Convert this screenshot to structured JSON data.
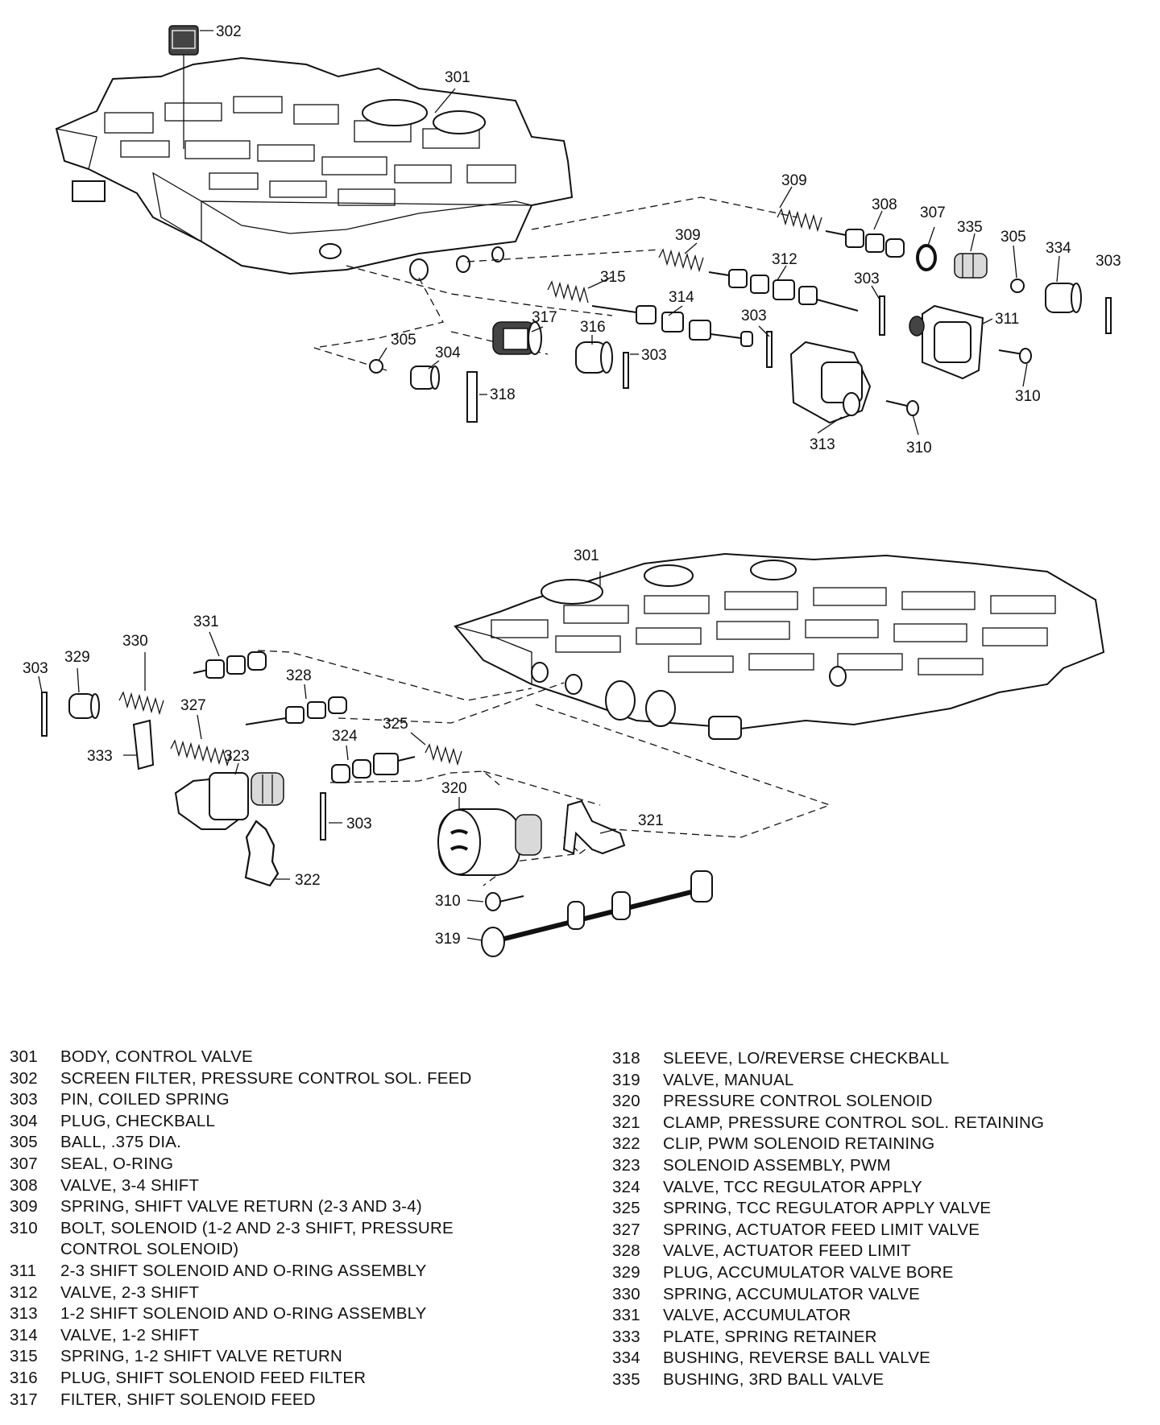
{
  "callouts": {
    "c301a": "301",
    "c302": "302",
    "c309a": "309",
    "c308": "308",
    "c307": "307",
    "c335": "335",
    "c305a": "305",
    "c334": "334",
    "c303a": "303",
    "c309b": "309",
    "c312": "312",
    "c303b": "303",
    "c315": "315",
    "c314": "314",
    "c303c": "303",
    "c311": "311",
    "c317": "317",
    "c316": "316",
    "c303d": "303",
    "c305b": "305",
    "c304": "304",
    "c318": "318",
    "c310a": "310",
    "c313": "313",
    "c310b": "310",
    "c301b": "301",
    "c331": "331",
    "c330": "330",
    "c329": "329",
    "c303e": "303",
    "c328": "328",
    "c327": "327",
    "c333": "333",
    "c324": "324",
    "c325": "325",
    "c323": "323",
    "c303f": "303",
    "c320": "320",
    "c321": "321",
    "c322": "322",
    "c310c": "310",
    "c319": "319"
  },
  "legend": {
    "left": [
      {
        "num": "301",
        "desc": "BODY, CONTROL VALVE"
      },
      {
        "num": "302",
        "desc": "SCREEN FILTER, PRESSURE CONTROL SOL. FEED"
      },
      {
        "num": "303",
        "desc": "PIN, COILED SPRING"
      },
      {
        "num": "304",
        "desc": "PLUG, CHECKBALL"
      },
      {
        "num": "305",
        "desc": "BALL, .375 DIA."
      },
      {
        "num": "307",
        "desc": "SEAL, O-RING"
      },
      {
        "num": "308",
        "desc": "VALVE, 3-4 SHIFT"
      },
      {
        "num": "309",
        "desc": "SPRING, SHIFT VALVE RETURN (2-3 AND 3-4)"
      },
      {
        "num": "310",
        "desc": "BOLT, SOLENOID (1-2 AND 2-3 SHIFT, PRESSURE"
      },
      {
        "num": "",
        "desc": "CONTROL SOLENOID)"
      },
      {
        "num": "311",
        "desc": "2-3 SHIFT SOLENOID AND O-RING ASSEMBLY"
      },
      {
        "num": "312",
        "desc": "VALVE, 2-3 SHIFT"
      },
      {
        "num": "313",
        "desc": "1-2 SHIFT SOLENOID AND O-RING ASSEMBLY"
      },
      {
        "num": "314",
        "desc": "VALVE, 1-2 SHIFT"
      },
      {
        "num": "315",
        "desc": "SPRING, 1-2 SHIFT VALVE RETURN"
      },
      {
        "num": "316",
        "desc": "PLUG, SHIFT SOLENOID FEED FILTER"
      },
      {
        "num": "317",
        "desc": "FILTER, SHIFT SOLENOID FEED"
      }
    ],
    "right": [
      {
        "num": "318",
        "desc": "SLEEVE, LO/REVERSE CHECKBALL"
      },
      {
        "num": "319",
        "desc": "VALVE, MANUAL"
      },
      {
        "num": "320",
        "desc": "PRESSURE CONTROL SOLENOID"
      },
      {
        "num": "321",
        "desc": "CLAMP, PRESSURE CONTROL SOL. RETAINING"
      },
      {
        "num": "322",
        "desc": "CLIP, PWM SOLENOID RETAINING"
      },
      {
        "num": "323",
        "desc": "SOLENOID ASSEMBLY, PWM"
      },
      {
        "num": "324",
        "desc": "VALVE, TCC REGULATOR APPLY"
      },
      {
        "num": "325",
        "desc": "SPRING, TCC REGULATOR APPLY VALVE"
      },
      {
        "num": "327",
        "desc": "SPRING, ACTUATOR FEED LIMIT VALVE"
      },
      {
        "num": "328",
        "desc": "VALVE, ACTUATOR FEED LIMIT"
      },
      {
        "num": "329",
        "desc": "PLUG, ACCUMULATOR VALVE BORE"
      },
      {
        "num": "330",
        "desc": "SPRING, ACCUMULATOR VALVE"
      },
      {
        "num": "331",
        "desc": "VALVE, ACCUMULATOR"
      },
      {
        "num": "333",
        "desc": "PLATE, SPRING RETAINER"
      },
      {
        "num": "334",
        "desc": "BUSHING, REVERSE BALL VALVE"
      },
      {
        "num": "335",
        "desc": "BUSHING, 3RD BALL VALVE"
      }
    ]
  }
}
